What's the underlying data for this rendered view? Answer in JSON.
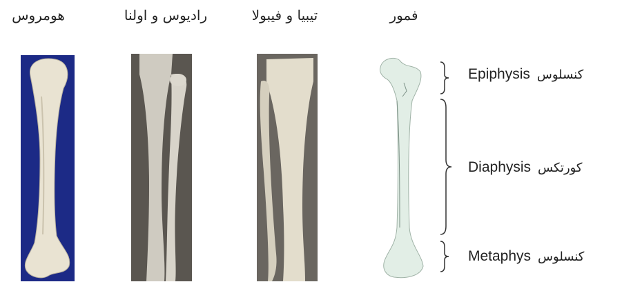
{
  "bones": [
    {
      "title": "هومروس"
    },
    {
      "title": "رادیوس و اولنا"
    },
    {
      "title": "تیبیا و فیبولا"
    },
    {
      "title": "فمور"
    }
  ],
  "regions": [
    {
      "latin": "Epiphysis",
      "persian": "کنسلوس"
    },
    {
      "latin": "Diaphysis",
      "persian": "کورتکس"
    },
    {
      "latin": "Metaphys",
      "persian": "کنسلوس"
    }
  ],
  "colors": {
    "humerus_bg": "#1c2a86",
    "bone_warm": "#e9e3d2",
    "bone_grey": "#cfcbc1",
    "femur": "#e2eee6",
    "bracket": "#333333"
  }
}
